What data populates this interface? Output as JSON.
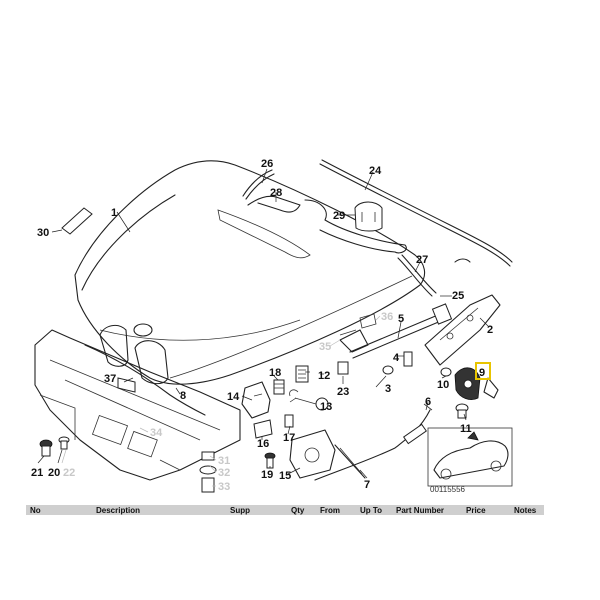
{
  "diagram": {
    "reference_code": "00115556",
    "callouts": {
      "n1": "1",
      "n2": "2",
      "n3": "3",
      "n4": "4",
      "n5": "5",
      "n6": "6",
      "n7": "7",
      "n8": "8",
      "n9": "9",
      "n10": "10",
      "n11": "11",
      "n12": "12",
      "n13": "13",
      "n14": "14",
      "n15": "15",
      "n16": "16",
      "n17": "17",
      "n18": "18",
      "n19": "19",
      "n20": "20",
      "n21": "21",
      "n22": "22",
      "n23": "23",
      "n24": "24",
      "n25": "25",
      "n26": "26",
      "n27": "27",
      "n28": "28",
      "n29": "29",
      "n30": "30",
      "n31": "31",
      "n32": "32",
      "n33": "33",
      "n34": "34",
      "n35": "35",
      "n36": "36",
      "n37": "37"
    },
    "highlighted_callout": "9",
    "highlight_color": "#e8c400"
  },
  "table_header": {
    "columns": [
      "No",
      "Description",
      "Supp",
      "Qty",
      "From",
      "Up To",
      "Part Number",
      "Price",
      "Notes"
    ],
    "background": "#cfcfcf"
  }
}
